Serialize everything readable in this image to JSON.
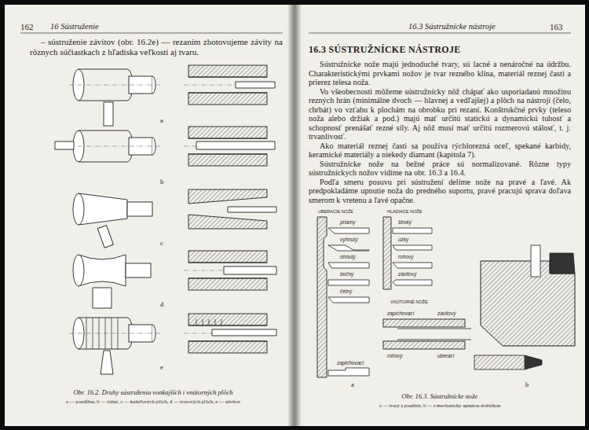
{
  "diagram": {
    "title": "16.3 SÚSTRUŽNÍCKE NÁSTROJE",
    "labels": [
      "162",
      "16 Sústruženie",
      "– sústruženie závitov (obr. 16.2e) — rezaním zhotovujeme závity na rôznych súčiastkach z hľadiska veľkosti aj tvaru.",
      "a",
      "b",
      "c",
      "d",
      "e",
      "Obr. 16.2. Druhy sústruženia vonkajších i vnútorných plôch",
      "a — pozdĺžne, b — čelné, c — kužeľových plôch, d — tvarových plôch, e — závitov",
      "16.3 Sústružnícke nástroje",
      "163",
      "Sústružnícke nože majú jednoduché tvary, sú lacné a nenáročné na údržbu. Charakteristickými prvkami nožov je tvar rezného klina, materiál reznej časti a prierez telesa noža.",
      "Vo všeobecnosti môžeme sústružnícky nôž chápať ako usporiadanú množinu rezných hrán (minimálne dvoch — hlavnej a vedľajšej) a plôch na nástroji (čelo, chrbát) vo vzťahu k plochám na obrobku pri rezaní. Konštrukčné prvky (teleso noža alebo držiak a pod.) majú mať určitú statickú a dynamickú tuhosť a schopnosť prenášať rezné sily. Aj nôž musí mať určitú rozmerovú stálosť, t. j. trvanlivosť.",
      "Ako materiál reznej časti sa používa rýchlorezná oceľ, spekané karbidy, keramické materiály a niekedy diamant (kapitola 7).",
      "Sústružnícke nože na bežné práce sú normalizované. Rôzne typy sústružníckych nožov vidíme na obr. 16.3 a 16.4.",
      "Podľa smeru posuvu pri sústružení delíme nože na pravé a ľavé. Ak predpokladáme upnutie noža do predného suportu, pravé pracujú sprava doľava smerom k vretenu a ľavé opačne.",
      "UBERACIE NOŽE",
      "HLADIACE NOŽE",
      "priamy",
      "vyhnutý",
      "ohnutý",
      "bočný",
      "čelný",
      "zapichovací",
      "široký",
      "úzky",
      "rohový",
      "závitový",
      "VNÚTORNÉ NOŽE",
      "zapichovací",
      "závitový",
      "rohový",
      "uberací",
      "a",
      "b",
      "Obr. 16.3. Sústružnícke nože",
      "a — tvary a použitie, b — s mechanicky upnutou doštičkou"
    ]
  }
}
